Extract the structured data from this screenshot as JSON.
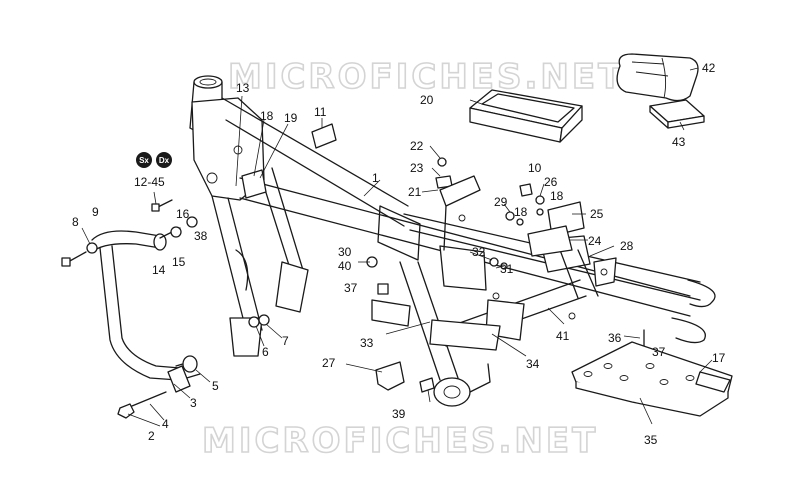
{
  "watermark": {
    "text": "MICROFICHES.NET"
  },
  "side_markers": {
    "left": "Sx",
    "right": "Dx"
  },
  "callouts": {
    "c1": "1",
    "c2": "2",
    "c3": "3",
    "c4": "4",
    "c5": "5",
    "c6": "6",
    "c7": "7",
    "c8": "8",
    "c9": "9",
    "c10": "10",
    "c11": "11",
    "c12_45": "12-45",
    "c13": "13",
    "c14": "14",
    "c15": "15",
    "c16": "16",
    "c17": "17",
    "c18a": "18",
    "c18b": "18",
    "c18c": "18",
    "c19": "19",
    "c20": "20",
    "c21": "21",
    "c22": "22",
    "c23": "23",
    "c24": "24",
    "c25": "25",
    "c26": "26",
    "c27": "27",
    "c28": "28",
    "c29": "29",
    "c30": "30",
    "c31": "31",
    "c32": "32",
    "c33": "33",
    "c34": "34",
    "c35": "35",
    "c36": "36",
    "c37a": "37",
    "c37b": "37",
    "c38": "38",
    "c39": "39",
    "c40": "40",
    "c41": "41",
    "c42": "42",
    "c43": "43"
  },
  "colors": {
    "ink": "#1a1a1a",
    "watermark": "#d4d4d4",
    "background": "#ffffff"
  }
}
